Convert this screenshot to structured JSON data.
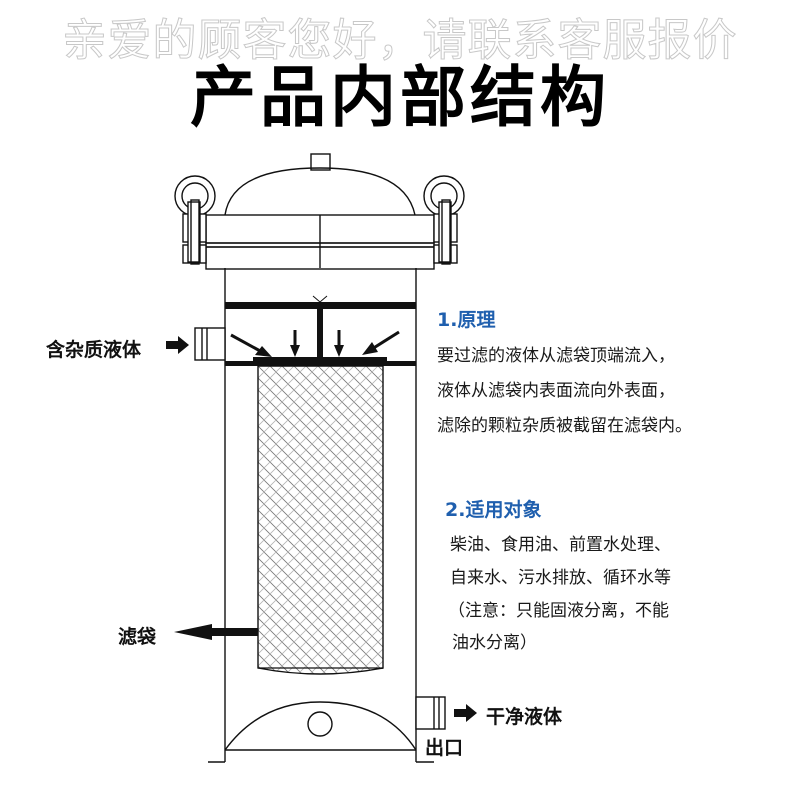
{
  "watermark": "亲爱的顾客您好，请联系客服报价",
  "title": "产品内部结构",
  "colors": {
    "accent": "#1f5fae",
    "line": "#111111",
    "mesh": "#9a9a9a"
  },
  "diagram": {
    "labels": {
      "inlet": "含杂质液体",
      "filter_bag": "滤袋",
      "clean_liquid": "干净液体",
      "outlet": "出口"
    },
    "arrows": {
      "inlet": "right-arrow",
      "filter_bag": "left-arrow",
      "outlet": "right-arrow"
    }
  },
  "sections": [
    {
      "title": "1.原理",
      "lines": [
        "要过滤的液体从滤袋顶端流入，",
        "液体从滤袋内表面流向外表面，",
        "滤除的颗粒杂质被截留在滤袋内。"
      ]
    },
    {
      "title": "2.适用对象",
      "lines": [
        "柴油、食用油、前置水处理、",
        "自来水、污水排放、循环水等",
        "（注意：只能固液分离，不能",
        "油水分离）"
      ]
    }
  ]
}
